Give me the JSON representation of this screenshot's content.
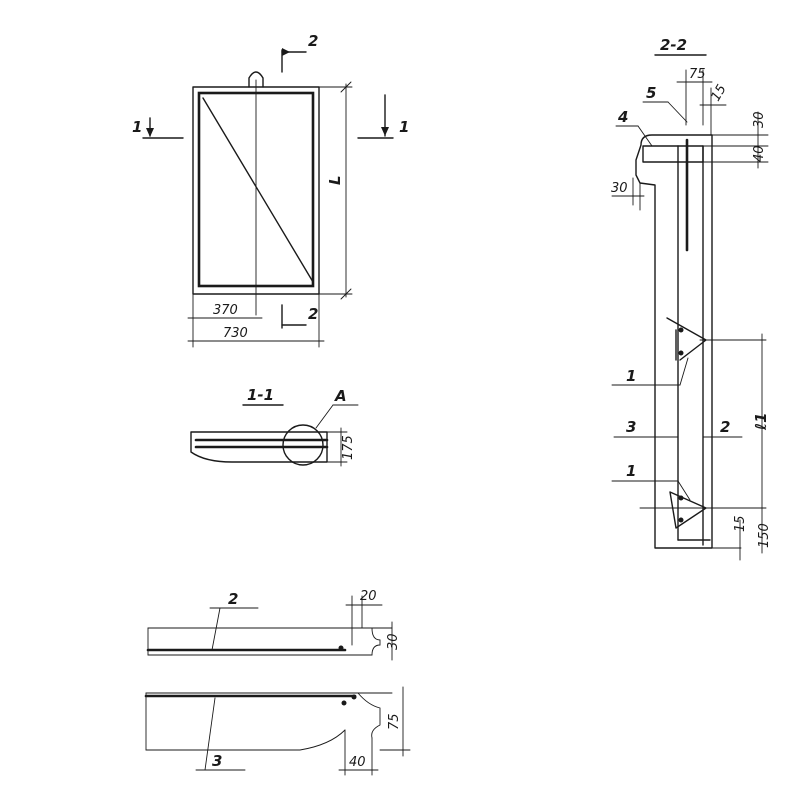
{
  "plan_view": {
    "section_mark_2": "2",
    "section_mark_1": "1",
    "dim_height": "L",
    "dim_half_width": "370",
    "dim_width": "730"
  },
  "section_1_1": {
    "title": "1-1",
    "detail_label": "A",
    "dim_thickness": "175"
  },
  "section_2_2": {
    "title": "2-2",
    "dim_75": "75",
    "dim_15_top": "15",
    "dim_30_top": "30",
    "dim_40": "40",
    "dim_30_left": "30",
    "dim_l1": "ℓ1",
    "dim_15_bottom": "15",
    "dim_150": "150",
    "callout_5": "5",
    "callout_4": "4",
    "callout_1_upper": "1",
    "callout_3": "3",
    "callout_2": "2",
    "callout_1_lower": "1"
  },
  "detail_a": {
    "callout_2": "2",
    "callout_3": "3",
    "dim_20": "20",
    "dim_30": "30",
    "dim_75": "75",
    "dim_40": "40"
  }
}
